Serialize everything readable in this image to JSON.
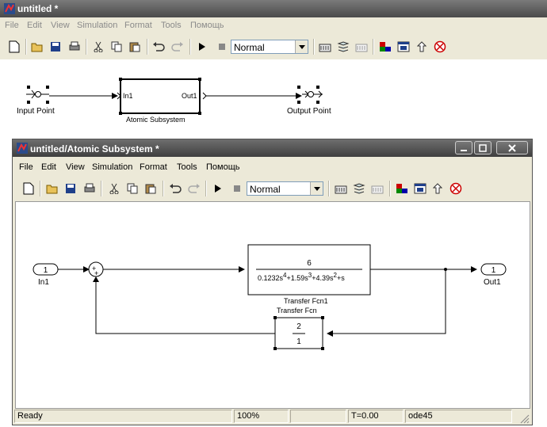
{
  "outer": {
    "title": "untitled *",
    "menu": [
      "File",
      "Edit",
      "View",
      "Simulation",
      "Format",
      "Tools",
      "Помощь"
    ],
    "sim_mode": "Normal",
    "blocks": {
      "input_point": "Input Point",
      "output_point": "Output Point",
      "subsystem_in": "In1",
      "subsystem_out": "Out1",
      "subsystem_name": "Atomic Subsystem"
    }
  },
  "inner": {
    "title": "untitled/Atomic Subsystem *",
    "menu": [
      "File",
      "Edit",
      "View",
      "Simulation",
      "Format",
      "Tools",
      "Помощь"
    ],
    "sim_mode": "Normal",
    "blocks": {
      "in_port_num": "1",
      "in_port_label": "In1",
      "out_port_num": "1",
      "out_port_label": "Out1",
      "sum_plus1": "+",
      "sum_plus2": "+",
      "tf1_num": "6",
      "tf1_den_a": "0.1232s",
      "tf1_den_e1": "4",
      "tf1_den_b": "+1.59s",
      "tf1_den_e2": "3",
      "tf1_den_c": "+4.39s",
      "tf1_den_e3": "2",
      "tf1_den_d": "+s",
      "tf1_name": "Transfer Fcn1",
      "tf2_name": "Transfer Fcn",
      "tf2_num": "2",
      "tf2_den": "1"
    },
    "status": {
      "ready": "Ready",
      "zoom": "100%",
      "time": "T=0.00",
      "solver": "ode45"
    }
  },
  "colors": {
    "titlebar": "#4a4a4a",
    "chrome": "#ece9d8",
    "close_accent": "#c00000"
  }
}
